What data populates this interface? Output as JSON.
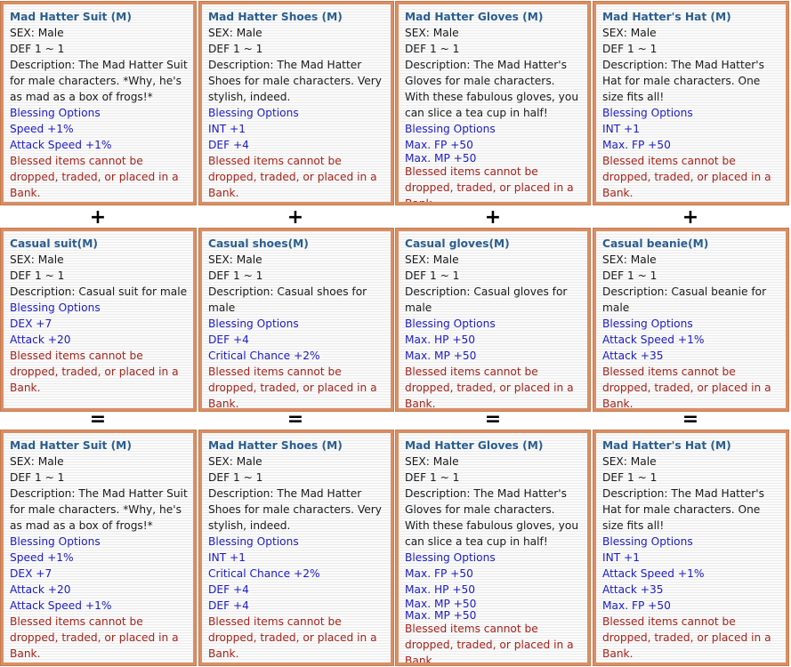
{
  "rows": [
    {
      "cards": [
        {
          "title": "Mad Hatter Suit (M)",
          "sex": "SEX: Male",
          "def": "DEF 1 ~ 1",
          "description": "Description: The Mad Hatter Suit for male characters. *Why, he's as mad as a box of frogs!*",
          "blessing_header": "Blessing Options",
          "options": [
            "Speed +1%",
            "Attack Speed +1%"
          ],
          "note": "Blessed items cannot be dropped, traded, or placed in a Bank."
        },
        {
          "title": "Mad Hatter Shoes (M)",
          "sex": "SEX: Male",
          "def": "DEF 1 ~ 1",
          "description": "Description: The Mad Hatter Shoes for male characters. Very stylish, indeed.",
          "blessing_header": "Blessing Options",
          "options": [
            "INT +1",
            "DEF +4"
          ],
          "note": "Blessed items cannot be dropped, traded, or placed in a Bank."
        },
        {
          "title": "Mad Hatter Gloves (M)",
          "sex": "SEX: Male",
          "def": "DEF 1 ~ 1",
          "description": "Description: The Mad Hatter's Gloves for male characters. With these fabulous gloves, you can slice a tea cup in half!",
          "blessing_header": "Blessing Options",
          "options": [
            "Max. FP +50",
            "Max. MP +50"
          ],
          "note": "Blessed items cannot be dropped, traded, or placed in a Bank."
        },
        {
          "title": "Mad Hatter's Hat (M)",
          "sex": "SEX: Male",
          "def": "DEF 1 ~ 1",
          "description": "Description: The Mad Hatter's Hat for male characters.  One size fits all!",
          "blessing_header": "Blessing Options",
          "options": [
            "INT +1",
            "Max. FP +50"
          ],
          "note": "Blessed items cannot be dropped, traded, or placed in a Bank."
        }
      ]
    },
    {
      "cards": [
        {
          "title": "Casual suit(M)",
          "sex": "SEX: Male",
          "def": "DEF 1 ~ 1",
          "description": "Description: Casual suit for male",
          "blessing_header": "Blessing Options",
          "options": [
            "DEX +7",
            "Attack +20"
          ],
          "note": "Blessed items cannot be dropped, traded, or placed in a Bank."
        },
        {
          "title": "Casual shoes(M)",
          "sex": "SEX: Male",
          "def": "DEF 1 ~ 1",
          "description": "Description: Casual shoes for male",
          "blessing_header": "Blessing Options",
          "options": [
            "DEF +4",
            "Critical Chance +2%"
          ],
          "note": "Blessed items cannot be dropped, traded, or placed in a Bank."
        },
        {
          "title": "Casual gloves(M)",
          "sex": "SEX: Male",
          "def": "DEF 1 ~ 1",
          "description": "Description: Casual gloves for male",
          "blessing_header": "Blessing Options",
          "options": [
            "Max. HP +50",
            "Max. MP +50"
          ],
          "note": "Blessed items cannot be dropped, traded, or placed in a Bank."
        },
        {
          "title": "Casual beanie(M)",
          "sex": "SEX: Male",
          "def": "DEF 1 ~ 1",
          "description": "Description: Casual beanie for male",
          "blessing_header": "Blessing Options",
          "options": [
            "Attack Speed +1%",
            "Attack +35"
          ],
          "note": "Blessed items cannot be dropped, traded, or placed in a Bank."
        }
      ]
    },
    {
      "cards": [
        {
          "title": "Mad Hatter Suit (M)",
          "sex": "SEX: Male",
          "def": "DEF 1 ~ 1",
          "description": "Description: The Mad Hatter Suit for male characters. *Why, he's as mad as a box of frogs!*",
          "blessing_header": "Blessing Options",
          "options": [
            "Speed +1%",
            "DEX +7",
            "Attack +20",
            "Attack Speed +1%"
          ],
          "note": "Blessed items cannot be dropped, traded, or placed in a Bank."
        },
        {
          "title": "Mad Hatter Shoes (M)",
          "sex": "SEX: Male",
          "def": "DEF 1 ~ 1",
          "description": "Description: The Mad Hatter Shoes for male characters. Very stylish, indeed.",
          "blessing_header": "Blessing Options",
          "options": [
            "INT +1",
            "Critical Chance +2%",
            "DEF +4",
            "DEF +4"
          ],
          "note": "Blessed items cannot be dropped, traded, or placed in a Bank."
        },
        {
          "title": "Mad Hatter Gloves (M)",
          "sex": "SEX: Male",
          "def": "DEF 1 ~ 1",
          "description": "Description: The Mad Hatter's Gloves for male characters. With these fabulous gloves, you can slice a tea cup in half!",
          "blessing_header": "Blessing Options",
          "options": [
            "Max. FP +50",
            "Max. HP +50",
            "Max. MP +50",
            "Max. MP +50"
          ],
          "note": "Blessed items cannot be dropped, traded, or placed in a Bank."
        },
        {
          "title": "Mad Hatter's Hat (M)",
          "sex": "SEX: Male",
          "def": "DEF 1 ~ 1",
          "description": "Description: The Mad Hatter's Hat for male characters.  One size fits all!",
          "blessing_header": "Blessing Options",
          "options": [
            "INT +1",
            "Attack Speed +1%",
            "Attack +35",
            "Max. FP +50"
          ],
          "note": "Blessed items cannot be dropped, traded, or placed in a Bank."
        }
      ]
    }
  ],
  "operators": {
    "plus": "+",
    "equals": "="
  },
  "colors": {
    "border": "#d98f63",
    "title": "#2a5e8f",
    "blessing": "#1c1cc4",
    "note": "#a5241c"
  }
}
